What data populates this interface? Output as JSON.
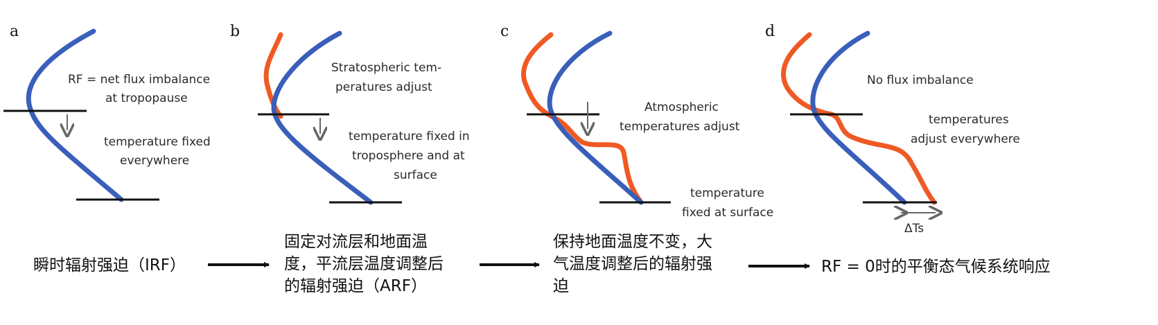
{
  "panels": [
    {
      "letter": "a",
      "lines": [
        "RF = net flux imbalance",
        "at tropopause",
        "temperature fixed",
        "everywhere"
      ]
    },
    {
      "letter": "b",
      "lines": [
        "Stratospheric tem-",
        "peratures adjust",
        "temperature fixed in",
        "troposphere and at",
        "surface"
      ]
    },
    {
      "letter": "c",
      "lines": [
        "Atmospheric",
        "temperatures adjust",
        "temperature",
        "fixed at surface"
      ]
    },
    {
      "letter": "d",
      "lines": [
        "No flux imbalance",
        "temperatures",
        "adjust everywhere"
      ],
      "delta_label": "ΔTs"
    }
  ],
  "flow": [
    [
      "瞬时辐射强迫（IRF）"
    ],
    [
      "固定对流层和地面温",
      "度，平流层温度调整后",
      "的辐射强迫（ARF）"
    ],
    [
      "保持地面温度不变，大",
      "气温度调整后的辐射强",
      "迫"
    ],
    [
      "RF = 0时的平衡态气候系统响应"
    ]
  ],
  "colors": {
    "unperturbed_profile": "#3a5fba",
    "adjusted_profile": "#ef5a24",
    "lines": "#111111",
    "arrow": "#666666"
  }
}
